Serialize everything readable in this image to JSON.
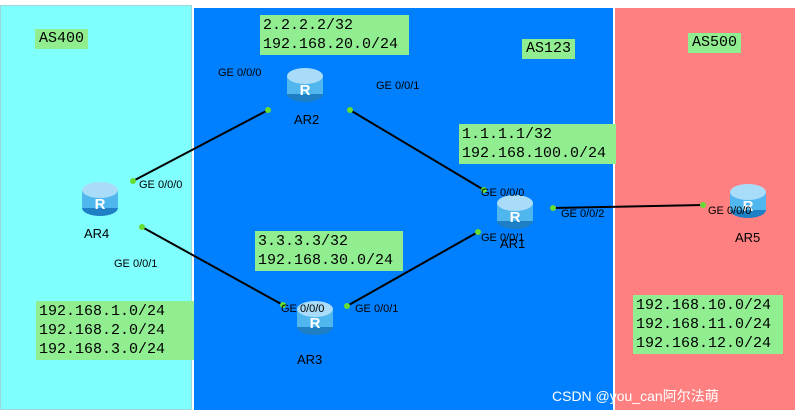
{
  "zones": [
    {
      "name": "AS400",
      "color": "#80ffff"
    },
    {
      "name": "AS123",
      "color": "#0080ff"
    },
    {
      "name": "AS500",
      "color": "#ff8080"
    }
  ],
  "routers": [
    "AR1",
    "AR2",
    "AR3",
    "AR4",
    "AR5"
  ],
  "notes": {
    "ar2": [
      "2.2.2.2/32",
      "192.168.20.0/24"
    ],
    "ar1": [
      "1.1.1.1/32",
      "192.168.100.0/24"
    ],
    "ar3": [
      "3.3.3.3/32",
      "192.168.30.0/24"
    ],
    "ar4": [
      "192.168.1.0/24",
      "192.168.2.0/24",
      "192.168.3.0/24"
    ],
    "ar5": [
      "192.168.10.0/24",
      "192.168.11.0/24",
      "192.168.12.0/24"
    ]
  },
  "interfaces": {
    "ar4_to_ar2": "GE 0/0/0",
    "ar4_to_ar3": "GE 0/0/1",
    "ar2_to_ar4": "GE 0/0/0",
    "ar2_to_ar1": "GE 0/0/1",
    "ar3_to_ar4": "GE 0/0/0",
    "ar3_to_ar1": "GE 0/0/1",
    "ar1_to_ar2": "GE 0/0/0",
    "ar1_to_ar3": "GE 0/0/1",
    "ar1_to_ar5": "GE 0/0/2",
    "ar5_to_ar1": "GE 0/0/0"
  },
  "watermark": "CSDN @you_can阿尔法萌",
  "colors": {
    "note_bg": "#90ee90",
    "router_body": "#4fb6ee",
    "link": "#000000",
    "port_dot": "#66dd33"
  }
}
